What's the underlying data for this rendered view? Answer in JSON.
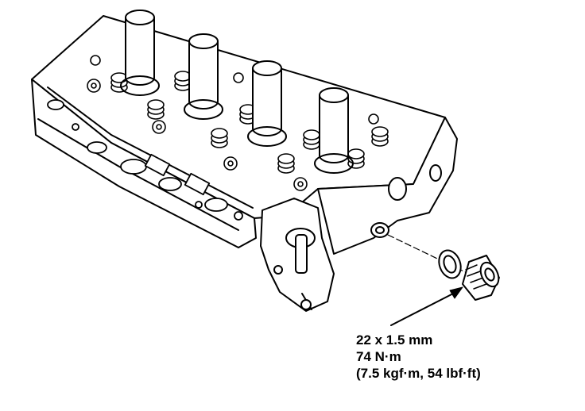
{
  "spec": {
    "thread_size": "22 x 1.5 mm",
    "torque_nm": "74 N·m",
    "torque_alt": "(7.5 kgf·m, 54 lbf·ft)"
  },
  "colors": {
    "line": "#000000",
    "fill": "#ffffff"
  }
}
